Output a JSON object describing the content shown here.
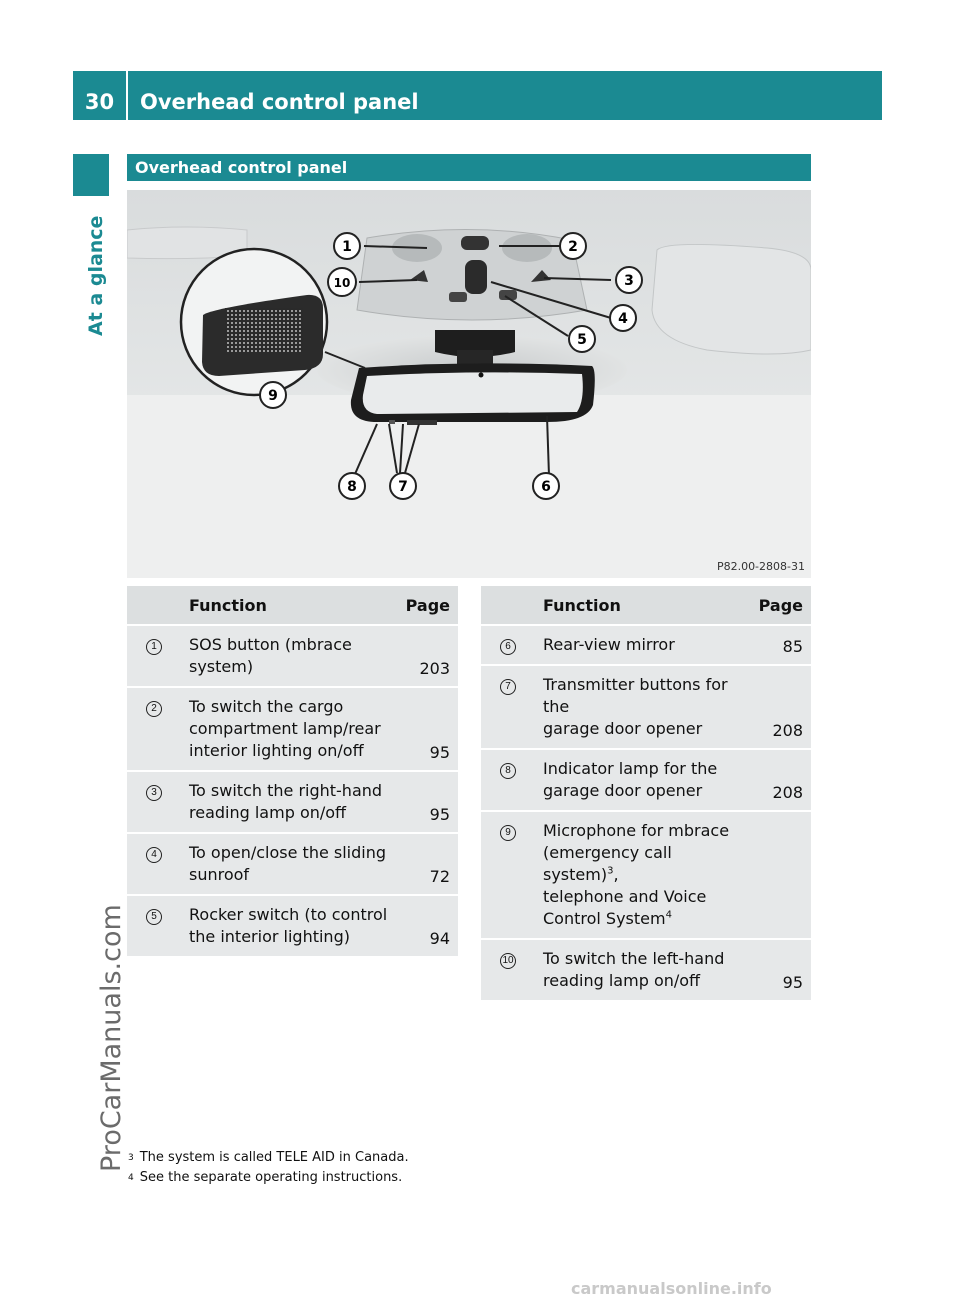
{
  "header": {
    "page_number": "30",
    "title": "Overhead control panel"
  },
  "side": {
    "label": "At a glance",
    "watermark": "ProCarManuals.com"
  },
  "section": {
    "title": "Overhead control panel"
  },
  "illustration": {
    "code": "P82.00-2808-31",
    "callouts": [
      "1",
      "2",
      "3",
      "4",
      "5",
      "6",
      "7",
      "8",
      "9",
      "10"
    ]
  },
  "table_left": {
    "headers": {
      "function": "Function",
      "page": "Page"
    },
    "rows": [
      {
        "num": "1",
        "lines": [
          "SOS button (mbrace",
          "system)"
        ],
        "page": "203"
      },
      {
        "num": "2",
        "lines": [
          "To switch the cargo",
          "compartment lamp/rear",
          "interior lighting on/off"
        ],
        "page": "95"
      },
      {
        "num": "3",
        "lines": [
          "To switch the right-hand",
          "reading lamp on/off"
        ],
        "page": "95"
      },
      {
        "num": "4",
        "lines": [
          "To open/close the sliding",
          "sunroof"
        ],
        "page": "72"
      },
      {
        "num": "5",
        "lines": [
          "Rocker switch (to control",
          "the interior lighting)"
        ],
        "page": "94"
      }
    ]
  },
  "table_right": {
    "headers": {
      "function": "Function",
      "page": "Page"
    },
    "rows": [
      {
        "num": "6",
        "lines": [
          "Rear-view mirror"
        ],
        "page": "85"
      },
      {
        "num": "7",
        "lines": [
          "Transmitter buttons for the",
          "garage door opener"
        ],
        "page": "208"
      },
      {
        "num": "8",
        "lines": [
          "Indicator lamp for the",
          "garage door opener"
        ],
        "page": "208"
      },
      {
        "num": "9",
        "lines": [
          "Microphone for mbrace",
          "(emergency call system)",
          "telephone and Voice",
          "Control System"
        ],
        "sup1": "3",
        "sup2": "4",
        "page": ""
      },
      {
        "num": "10",
        "lines": [
          "To switch the left-hand",
          "reading lamp on/off"
        ],
        "page": "95"
      }
    ]
  },
  "footnotes": [
    {
      "mark": "3",
      "text": "The system is called TELE AID in Canada."
    },
    {
      "mark": "4",
      "text": "See the separate operating instructions."
    }
  ],
  "bottom_watermark": "carmanualsonline.info"
}
